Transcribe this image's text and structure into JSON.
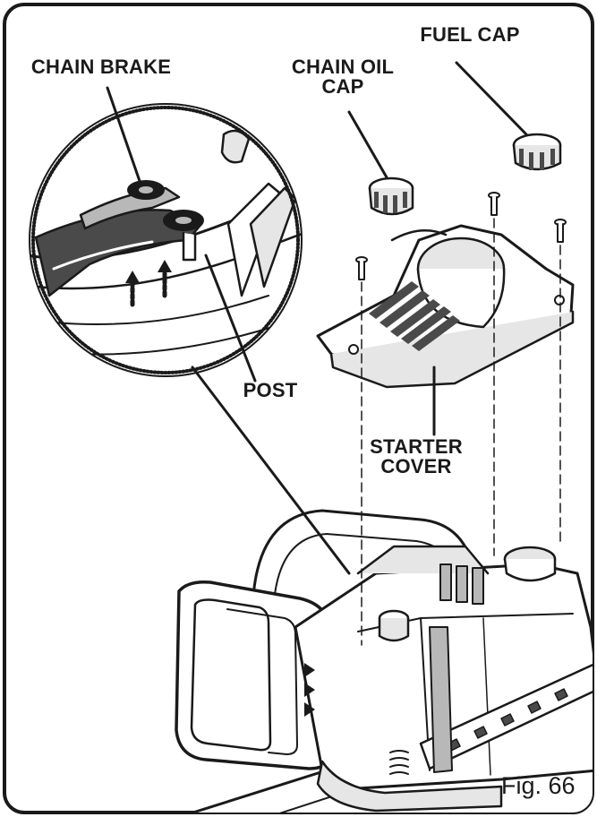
{
  "labels": {
    "chain_brake": "CHAIN BRAKE",
    "chain_oil_cap": "CHAIN OIL CAP",
    "fuel_cap": "FUEL CAP",
    "post": "POST",
    "starter_cover": "STARTER COVER"
  },
  "figure": "Fig. 66",
  "colors": {
    "ink": "#1a1a1a",
    "paper": "#ffffff",
    "shade_light": "#e6e6e6",
    "shade_mid": "#b8b8b8",
    "shade_dark": "#4a4a4a"
  }
}
